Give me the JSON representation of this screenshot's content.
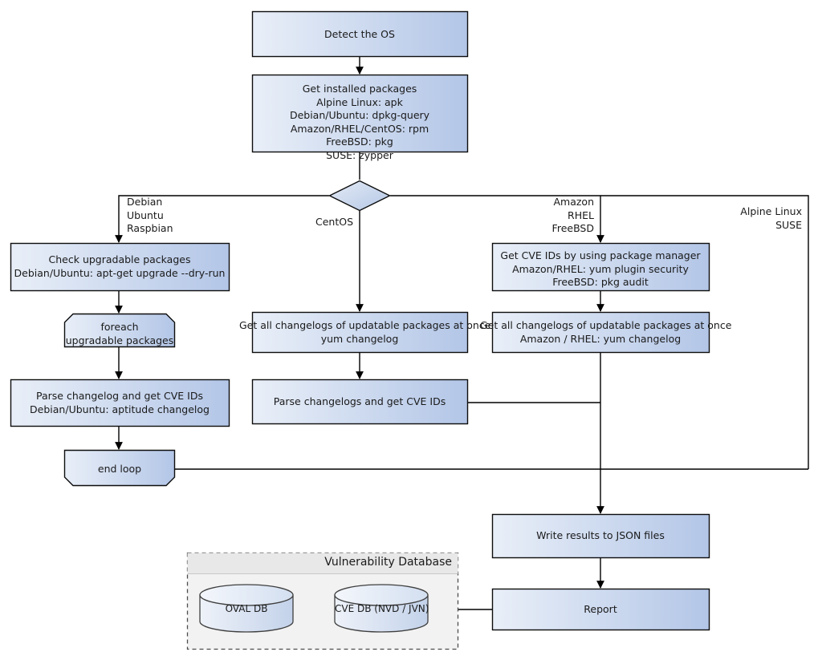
{
  "diagram": {
    "title": "Vulnerability scanning flow",
    "colors": {
      "box_gradient_start": "#e9eff8",
      "box_gradient_end": "#b3c6e7",
      "box_stroke": "#0d0d0d",
      "diamond_gradient_start": "#dfe7f3",
      "diamond_gradient_end": "#b8cae6",
      "group_fill": "#f2f2f2",
      "group_header_fill": "#eaeaea",
      "group_stroke": "#5a5a5a",
      "cylinder_gradient_start": "#eef2f9",
      "cylinder_gradient_end": "#c3d2ea",
      "cylinder_stroke": "#3f3f3f",
      "line_stroke": "#000000"
    },
    "nodes": {
      "detect_os": {
        "lines": [
          "Detect the OS"
        ]
      },
      "get_installed_packages": {
        "lines": [
          "Get installed packages",
          "Alpine Linux: apk",
          "Debian/Ubuntu: dpkg-query",
          "Amazon/RHEL/CentOS: rpm",
          "FreeBSD: pkg",
          "SUSE: zypper"
        ]
      },
      "decision": {
        "lines": []
      },
      "check_upgradable": {
        "lines": [
          "Check upgradable packages",
          "Debian/Ubuntu: apt-get upgrade --dry-run"
        ]
      },
      "foreach_loop": {
        "lines": [
          "foreach",
          "upgradable  packages"
        ]
      },
      "parse_changelog_deb": {
        "lines": [
          "Parse changelog and get  CVE IDs",
          "Debian/Ubuntu: aptitude changelog"
        ]
      },
      "end_loop": {
        "lines": [
          "end loop"
        ]
      },
      "get_changelogs_centos": {
        "lines": [
          "Get all changelogs of updatable packages at once",
          "yum changelog"
        ]
      },
      "parse_changelogs_centos": {
        "lines": [
          "Parse changelogs and get CVE IDs"
        ]
      },
      "get_cve_ids_pkgmgr": {
        "lines": [
          "Get CVE IDs by using package manager",
          "Amazon/RHEL: yum plugin security",
          "FreeBSD: pkg audit"
        ]
      },
      "get_changelogs_amazon": {
        "lines": [
          "Get all changelogs of updatable packages at once",
          "Amazon / RHEL: yum changelog"
        ]
      },
      "write_results": {
        "lines": [
          "Write results to JSON files"
        ]
      },
      "report": {
        "lines": [
          "Report"
        ]
      }
    },
    "edge_labels": {
      "branch_debian": [
        "Debian",
        "Ubuntu",
        "Raspbian"
      ],
      "branch_centos": [
        "CentOS"
      ],
      "branch_amazon": [
        "Amazon",
        "RHEL",
        "FreeBSD"
      ],
      "branch_alpine": [
        "Alpine Linux",
        "SUSE"
      ]
    },
    "group": {
      "title": "Vulnerability Database",
      "databases": [
        {
          "label": "OVAL DB"
        },
        {
          "label": "CVE DB (NVD / JVN)"
        }
      ]
    }
  }
}
